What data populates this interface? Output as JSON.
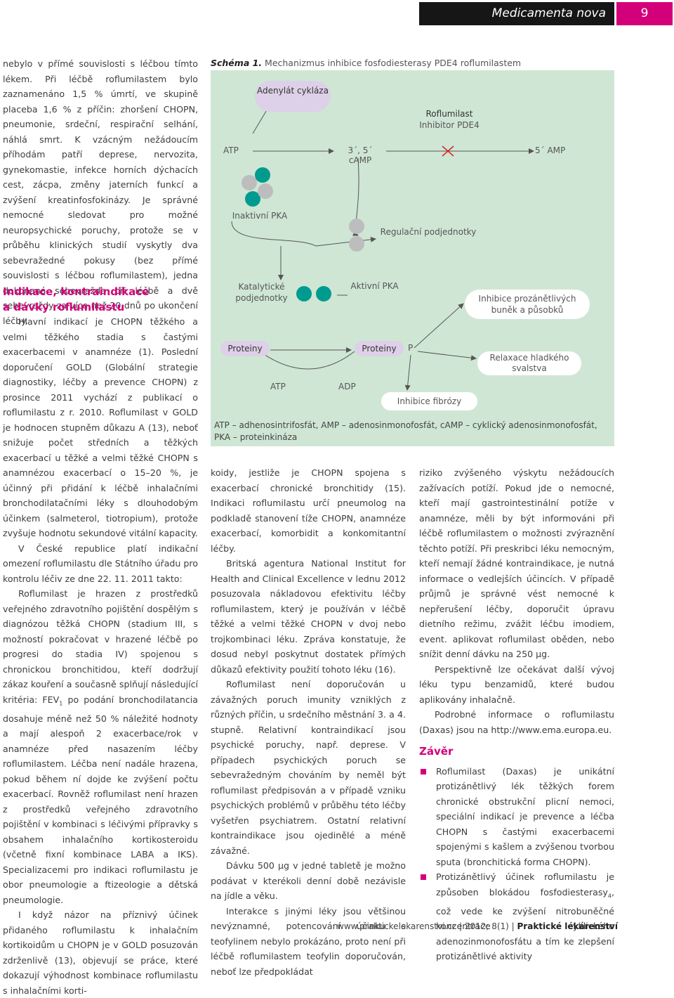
{
  "header": {
    "journal": "Medicamenta nova",
    "page_number": "9"
  },
  "col1_top": [
    "nebylo v přímé souvislosti s léčbou tímto lékem. Při léčbě roflumilastem bylo zaznamenáno 1,5 % úmrtí, ve skupině placeba 1,6 % z příčin: zhoršení CHOPN, pneumonie, srdeční, respirační selhání, náhlá smrt. K vzácným nežádoucím příhodám patří deprese, nervozita, gynekomastie, infekce horních dýchacích cest, zácpa, změny jaterních funkcí a zvýšení kreatinfosfokinázy. Je správné nemocné sledovat pro možné neuropsychické poruchy, protože se v průběhu klinických studií vyskytly dva sebevražedné pokusy (bez přímé souvislosti s léčbou roflumilastem), jedna dokonaná sebevražda při léčbě a dvě sebevraždy za více než 20 dnů po ukončení léčby."
  ],
  "section_heading_line1": "Indikace, kontraindikace",
  "section_heading_line2": "a dávky roflumilastu",
  "col1_bottom": [
    "Hlavní indikací je CHOPN těžkého a velmi těžkého stadia s častými exacerbacemi v anamnéze (1). Poslední doporučení GOLD (Globální strategie diagnostiky, léčby a prevence CHOPN) z prosince 2011 vychází z publikací o roflumilastu z r. 2010. Roflumilast v GOLD je hodnocen stupněm důkazu A (13), neboť snižuje počet středních a těžkých exacerbací u těžké a velmi těžké CHOPN s anamnézou exacerbací o 15–20 %, je účinný při přidání k léčbě inhalačními bronchodilatačními léky s dlouhodobým účinkem (salmeterol, tiotropium), protože zvyšuje hodnotu sekundové vitální kapacity.",
    "V České republice platí indikační omezení roflumilastu dle Státního úřadu pro kontrolu léčiv ze dne 22. 11. 2011 takto:",
    "Roflumilast je hrazen z prostředků veřejného zdravotního pojištění dospělým s diagnózou těžká CHOPN (stadium III, s možností pokračovat v hrazené léčbě po progresi do stadia IV) spojenou s chronickou bronchitidou, kteří dodržují zákaz kouření a současně splňují následující kritéria: FEV",
    "po podání bronchodilatancia dosahuje méně než 50 % náležité hodnoty a mají alespoň 2 exacerbace/rok v anamnéze před nasazením léčby roflumilastem. Léčba není nadále hrazena, pokud během ní dojde ke zvýšení počtu exacerbací. Rovněž roflumilast není hrazen z prostředků veřejného zdravotního pojištění v kombinaci s léčivými přípravky s obsahem inhalačního kortikosteroidu (včetně fixní kombinace LABA a IKS). Specializacemi pro indikaci roflumilastu je obor pneumologie a ftizeologie a dětská pneumologie.",
    "I když názor na příznivý účinek přidaného roflumilastu k inhalačním kortikoidům u CHOPN je v GOLD posuzován zdrženlivě (13), objevují se práce, které dokazují výhodnost kombinace roflumilastu s inhalačními korti-"
  ],
  "fev_sub": "1",
  "schema": {
    "caption_bold": "Schéma 1.",
    "caption_text": "Mechanizmus inhibice fosfodiesterasy PDE4 roflumilastem",
    "adenylat": "Adenylát cykláza",
    "atp_top": "ATP",
    "camp": "3´, 5´ cAMP",
    "roflumilast": "Roflumilast",
    "inhibitor": "Inhibitor PDE4",
    "amp": "5´ AMP",
    "inaktivni_pka": "Inaktivní PKA",
    "regulacni": "Regulační podjednotky",
    "katalyticke": "Katalytické podjednotky",
    "aktivni_pka": "Aktivní PKA",
    "proteiny_left": "Proteiny",
    "proteiny_right": "Proteiny",
    "p": "P",
    "atp_bottom": "ATP",
    "adp": "ADP",
    "inhibice_prozanetlivych": "Inhibice prozánětlivých buněk a působků",
    "relaxace": "Relaxace hladkého svalstva",
    "inhibice_fibrozy": "Inhibice fibrózy",
    "colors": {
      "background": "#cfe6d4",
      "teal": "#009b8f",
      "grey": "#bdbdbd",
      "lavender": "#ddd0e8"
    }
  },
  "abbreviations": "ATP – adhenosintrifosfát, AMP – adenosinmonofosfát, cAMP – cyklický adenosinmonofosfát, PKA – proteinkináza",
  "col2": [
    "koidy, jestliže je CHOPN spojena s exacerbací chronické bronchitidy (15). Indikaci roflumilastu určí pneumolog na podkladě stanovení tíže CHOPN, anamnéze exacerbací, komorbidit a konkomitantní léčby.",
    "Britská agentura National Institut for Health and Clinical Excellence v lednu 2012 posuzovala nákladovou efektivitu léčby roflumilastem, který je používán v léčbě těžké a velmi těžké CHOPN v dvoj nebo trojkombinaci léku. Zpráva konstatuje, že dosud nebyl poskytnut dostatek přímých důkazů efektivity použití tohoto léku (16).",
    "Roflumilast není doporučován u závažných poruch imunity vzniklých z různých příčin, u srdečního městnání 3. a 4. stupně. Relativní kontraindikací jsou psychické poruchy, např. deprese. V případech psychických poruch se sebevražedným chováním by neměl být roflumilast předpisován a v případě vzniku psychických problémů v průběhu této léčby vyšetřen psychiatrem. Ostatní relativní kontraindikace jsou ojedinělé a méně závažné.",
    "Dávku 500 µg v jedné tabletě je možno podávat v kterékoli denní době nezávisle na jídle a věku.",
    "Interakce s jinými léky jsou většinou nevýznamné, potencování účinku s teofylinem nebylo prokázáno, proto není při léčbě roflumilastem teofylin doporučován, neboť lze předpokládat"
  ],
  "col3": [
    "riziko zvýšeného výskytu nežádoucích zažívacích potíží. Pokud jde o nemocné, kteří mají gastrointestinální potíže v anamnéze, měli by být informováni při léčbě roflumilastem o možnosti zvýraznění těchto potíží. Při preskribci léku nemocným, kteří nemají žádné kontraindikace, je nutná informace o vedlejších účincích. V případě průjmů je správné vést nemocné k nepřerušení léčby, doporučit úpravu dietního režimu, zvážit léčbu imodiem, event. aplikovat roflumilast oběden, nebo snížit denní dávku na 250 µg.",
    "Perspektivně lze očekávat další vývoj léku typu benzamidů, které budou aplikovány inhalačně.",
    "Podrobné informace o roflumilastu (Daxas) jsou na http://www.ema.europa.eu."
  ],
  "zaver_heading": "Závěr",
  "zaver_items": [
    "Roflumilast (Daxas) je unikátní protizánětlivý lék těžkých forem chronické obstrukční plicní nemoci, speciální indikací je prevence a léčba CHOPN s častými exacerbacemi spojenými s kašlem a zvýšenou tvorbou sputa (bronchitická forma CHOPN).",
    "Protizánětlivý účinek roflumilastu je způsoben blokádou fosfodiesterasy",
    ", což vede ke zvýšení nitrobuněčné koncentrace cyklického adenozinmonofosfátu a tím ke zlepšení protizánětlivé aktivity"
  ],
  "pde_sub": "4",
  "footer": {
    "url": "www.praktickelekarenstvi.cz",
    "citation": "2012; 8(1)",
    "journal": "Praktické lékárenství"
  }
}
